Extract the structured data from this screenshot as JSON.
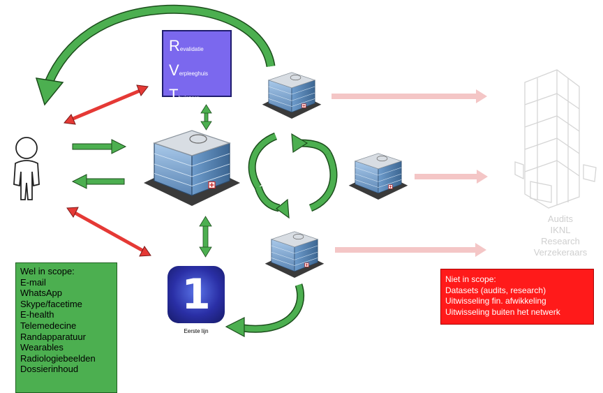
{
  "rvt": {
    "row1": {
      "initial": "R",
      "rest": "evalidatie"
    },
    "row2": {
      "initial": "V",
      "rest": "erpleeghuis"
    },
    "row3": {
      "initial": "T",
      "rest": "huiszorg"
    }
  },
  "first_line": {
    "icon_text": "1",
    "label": "Eerste lijn"
  },
  "outside_parties": [
    "Audits",
    "IKNL",
    "Research",
    "Verzekeraars"
  ],
  "in_scope": {
    "title": "Wel in scope:",
    "items": [
      "E-mail",
      "WhatsApp",
      "Skype/facetime",
      "E-health",
      "Telemedecine",
      "Randapparatuur",
      "Wearables",
      "Radiologiebeelden",
      "Dossierinhoud"
    ]
  },
  "out_of_scope": {
    "title": "Niet in scope:",
    "items": [
      "Datasets (audits, research)",
      "Uitwisseling fin. afwikkeling",
      "Uitwisseling buiten het netwerk"
    ]
  },
  "colors": {
    "green_arrow": "#4caf50",
    "red_arrow": "#e53935",
    "pink_arrow": "#f4c6c6",
    "rvt_box": "#7b68ee",
    "in_scope_box": "#4caf50",
    "out_scope_box": "#ff1a1a"
  }
}
